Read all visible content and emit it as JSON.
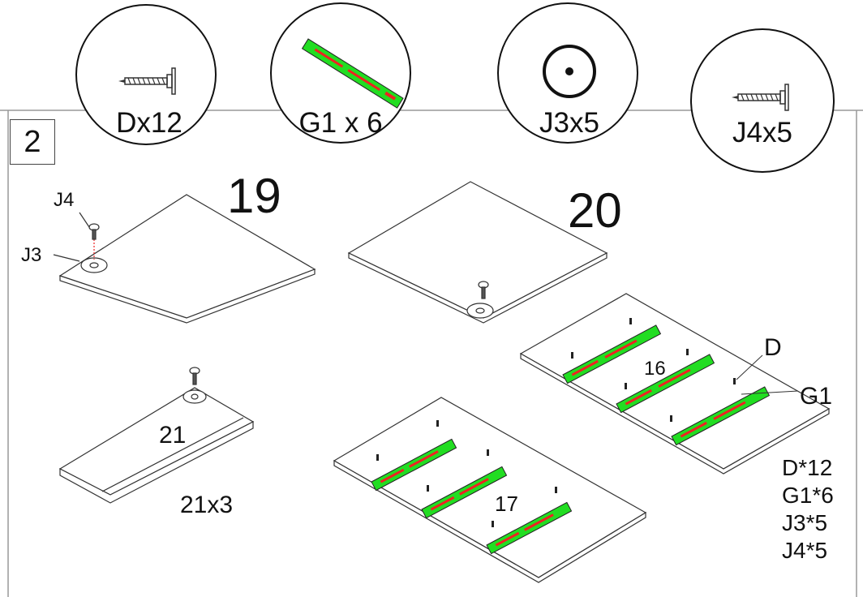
{
  "step_number": "2",
  "hardware_callouts": [
    {
      "code_label": "Dx12",
      "icon": "screw-icon"
    },
    {
      "code_label": "G1 x 6",
      "icon": "rail-icon"
    },
    {
      "code_label": "J3x5",
      "icon": "cam-disc-icon"
    },
    {
      "code_label": "J4x5",
      "icon": "screw-icon"
    }
  ],
  "panels": {
    "p19": "19",
    "p20": "20",
    "p21": "21",
    "p21_qty": "21x3",
    "p16": "16",
    "p17": "17"
  },
  "part_labels": {
    "j4": "J4",
    "j3": "J3",
    "d": "D",
    "g1": "G1"
  },
  "summary": [
    "D*12",
    "G1*6",
    "J3*5",
    "J4*5"
  ],
  "colors": {
    "rail_green": "#22dd22",
    "rail_red": "#ee2222",
    "line": "#333333"
  }
}
